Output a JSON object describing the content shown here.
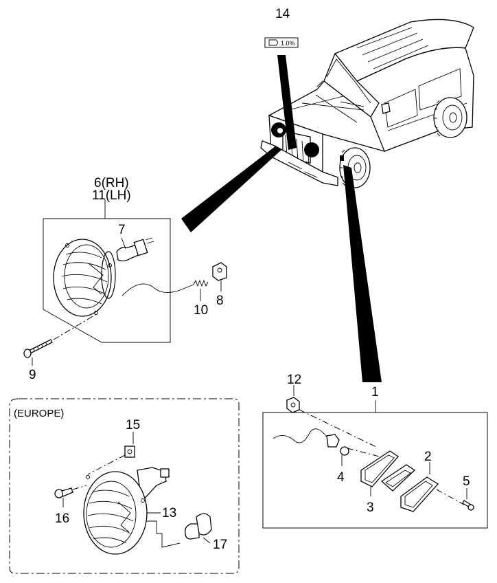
{
  "labels": {
    "p1": "1",
    "p2": "2",
    "p3": "3",
    "p4": "4",
    "p5": "5",
    "p6": "6(RH)",
    "p11": "11(LH)",
    "p7": "7",
    "p8": "8",
    "p9": "9",
    "p10": "10",
    "p12": "12",
    "p13": "13",
    "p14": "14",
    "p15": "15",
    "p16": "16",
    "p17": "17",
    "europe": "(EUROPE)",
    "badge": "1.0%"
  }
}
